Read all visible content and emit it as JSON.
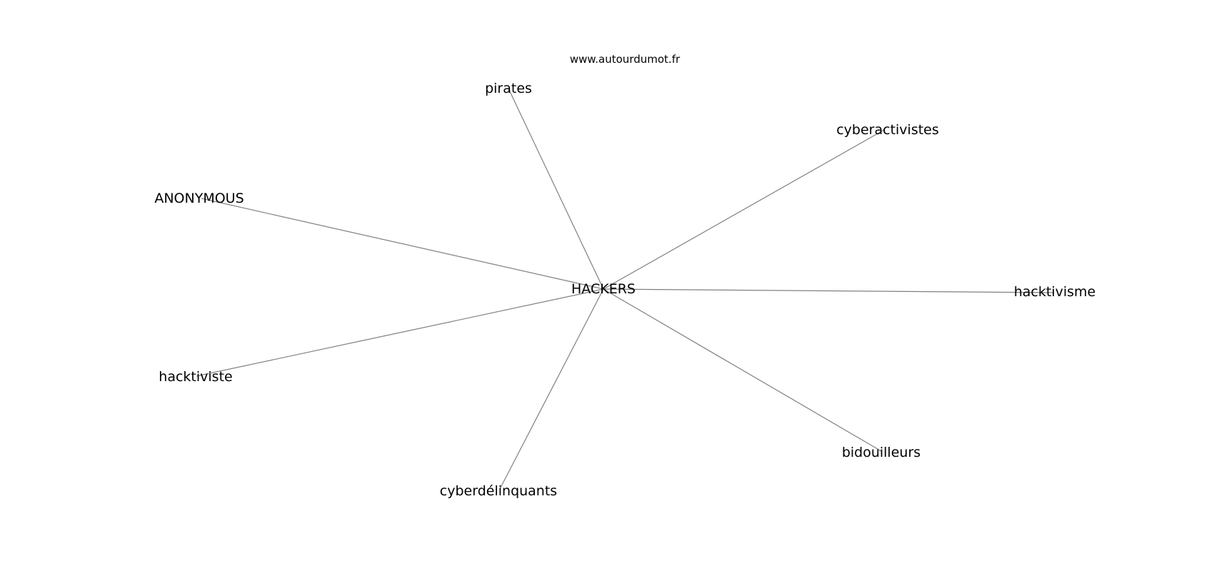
{
  "watermark": "www.autourdumot.fr",
  "center": {
    "label": "HACKERS"
  },
  "related": [
    {
      "id": "pirates",
      "label": "pirates"
    },
    {
      "id": "cyberactivistes",
      "label": "cyberactivistes"
    },
    {
      "id": "anonymous",
      "label": "ANONYMOUS"
    },
    {
      "id": "hacktivisme",
      "label": "hacktivisme"
    },
    {
      "id": "hacktiviste",
      "label": "hacktiviste"
    },
    {
      "id": "bidouilleurs",
      "label": "bidouilleurs"
    },
    {
      "id": "cyberdelinquants",
      "label": "cyberdélinquants"
    }
  ],
  "colors": {
    "edge": "#808080",
    "text": "#000000",
    "background": "#ffffff"
  }
}
